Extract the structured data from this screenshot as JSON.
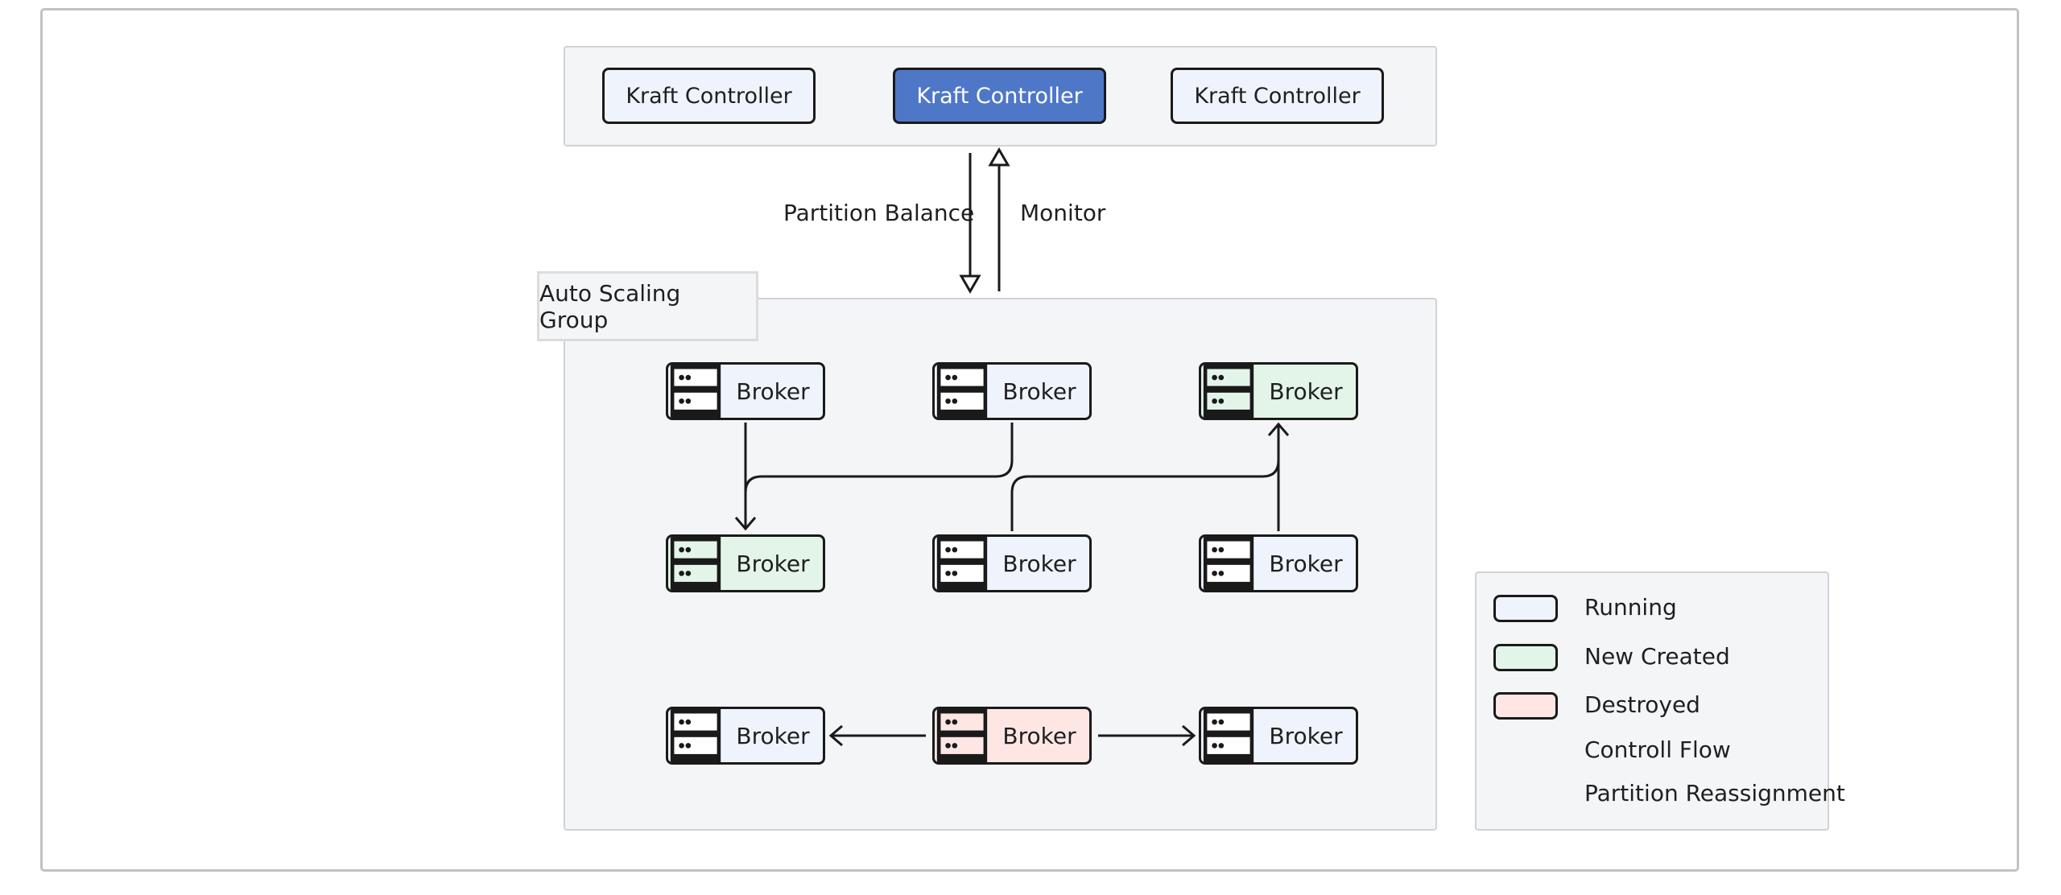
{
  "controllers": [
    {
      "label": "Kraft Controller",
      "active": false
    },
    {
      "label": "Kraft Controller",
      "active": true
    },
    {
      "label": "Kraft Controller",
      "active": false
    }
  ],
  "flows": {
    "down_label": "Partition Balance",
    "up_label": "Monitor"
  },
  "auto_scaling_group": {
    "label": "Auto Scaling Group"
  },
  "brokers": [
    {
      "label": "Broker",
      "state": "running"
    },
    {
      "label": "Broker",
      "state": "running"
    },
    {
      "label": "Broker",
      "state": "new"
    },
    {
      "label": "Broker",
      "state": "new"
    },
    {
      "label": "Broker",
      "state": "running"
    },
    {
      "label": "Broker",
      "state": "running"
    },
    {
      "label": "Broker",
      "state": "running"
    },
    {
      "label": "Broker",
      "state": "destroyed"
    },
    {
      "label": "Broker",
      "state": "running"
    }
  ],
  "legend": {
    "running": "Running",
    "new_created": "New Created",
    "destroyed": "Destroyed",
    "control_flow": "Controll Flow",
    "partition_reassignment": "Partition Reassignment"
  },
  "colors": {
    "running": "#eff4fc",
    "new": "#e3f5e8",
    "destroyed": "#fde6e4",
    "active_controller": "#4f77c8"
  }
}
